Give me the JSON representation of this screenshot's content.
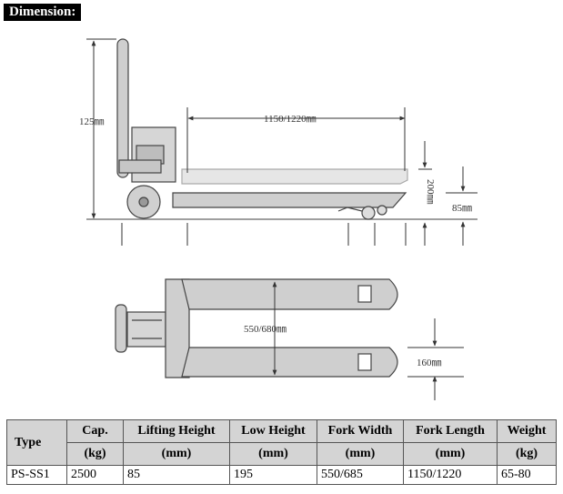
{
  "header": {
    "title": "Dimension:"
  },
  "drawing": {
    "side_view": {
      "handle_height": "125㎜",
      "fork_length": "1150/1220㎜",
      "lift_height": "200㎜",
      "low_height": "85㎜"
    },
    "top_view": {
      "overall_width": "550/680㎜",
      "fork_width": "160㎜"
    }
  },
  "table": {
    "headers": [
      {
        "line1": "Type",
        "line2": ""
      },
      {
        "line1": "Cap.",
        "line2": "(kg)"
      },
      {
        "line1": "Lifting Height",
        "line2": "(mm)"
      },
      {
        "line1": "Low Height",
        "line2": "(mm)"
      },
      {
        "line1": "Fork Width",
        "line2": "(mm)"
      },
      {
        "line1": "Fork Length",
        "line2": "(mm)"
      },
      {
        "line1": "Weight",
        "line2": "(kg)"
      }
    ],
    "rows": [
      [
        "PS-SS1",
        "2500",
        "85",
        "195",
        "550/685",
        "1150/1220",
        "65-80"
      ]
    ]
  }
}
